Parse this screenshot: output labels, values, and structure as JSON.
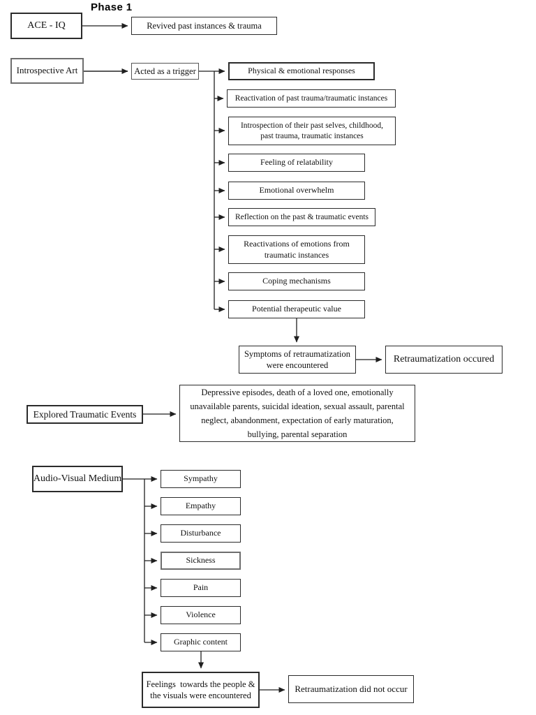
{
  "phase_label": "Phase 1",
  "ace_flow": {
    "source": "ACE - IQ",
    "result": "Revived past instances & trauma"
  },
  "introspective_flow": {
    "source": "Introspective Art",
    "trigger": "Acted as a trigger",
    "responses": [
      "Physical & emotional responses",
      "Reactivation of past trauma/traumatic instances",
      "Introspection of their past selves, childhood,\npast trauma, traumatic instances",
      "Feeling of relatability",
      "Emotional overwhelm",
      "Reflection on the past & traumatic events",
      "Reactivations of emotions from\ntraumatic instances",
      "Coping mechanisms",
      "Potential therapeutic value"
    ],
    "outcome": "Symptoms of retraumatization\nwere encountered",
    "conclusion": "Retraumatization occured"
  },
  "explored_flow": {
    "source": "Explored Traumatic Events",
    "events": "Depressive episodes, death of a loved one, emotionally\nunavailable parents, suicidal ideation, sexual assault, parental\nneglect, abandonment, expectation of early maturation,\nbullying, parental separation"
  },
  "audiovisual_flow": {
    "source": "Audio-Visual Medium",
    "feelings": [
      "Sympathy",
      "Empathy",
      "Disturbance",
      "Sickness",
      "Pain",
      "Violence",
      "Graphic content"
    ],
    "outcome": "Feelings  towards the people &\nthe visuals were encountered",
    "conclusion": "Retraumatization did not occur"
  },
  "colors": {
    "line": "#1f1f1f",
    "border": "#2b2b2b",
    "background": "#ffffff",
    "text": "#111111"
  }
}
